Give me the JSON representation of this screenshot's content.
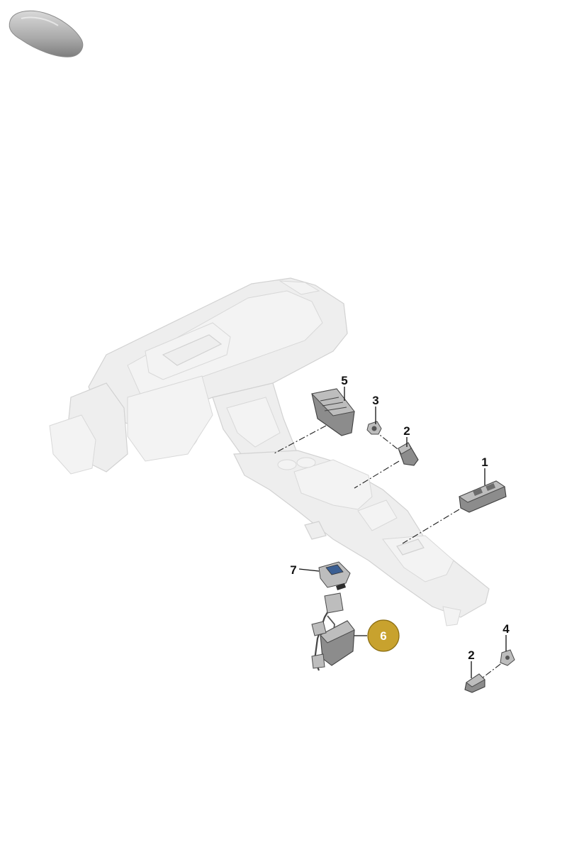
{
  "callouts": {
    "c1": "1",
    "c2a": "2",
    "c2b": "2",
    "c3": "3",
    "c4": "4",
    "c5": "5",
    "c6": "6",
    "c7": "7"
  },
  "colors": {
    "highlight_badge": "#c8a22e",
    "badge_border": "#8a6d12",
    "ghost_fill": "#eeeeee",
    "part_fill": "#8c8c8c"
  },
  "icons": {
    "vehicle_thumbnail": "car-silhouette-icon"
  }
}
